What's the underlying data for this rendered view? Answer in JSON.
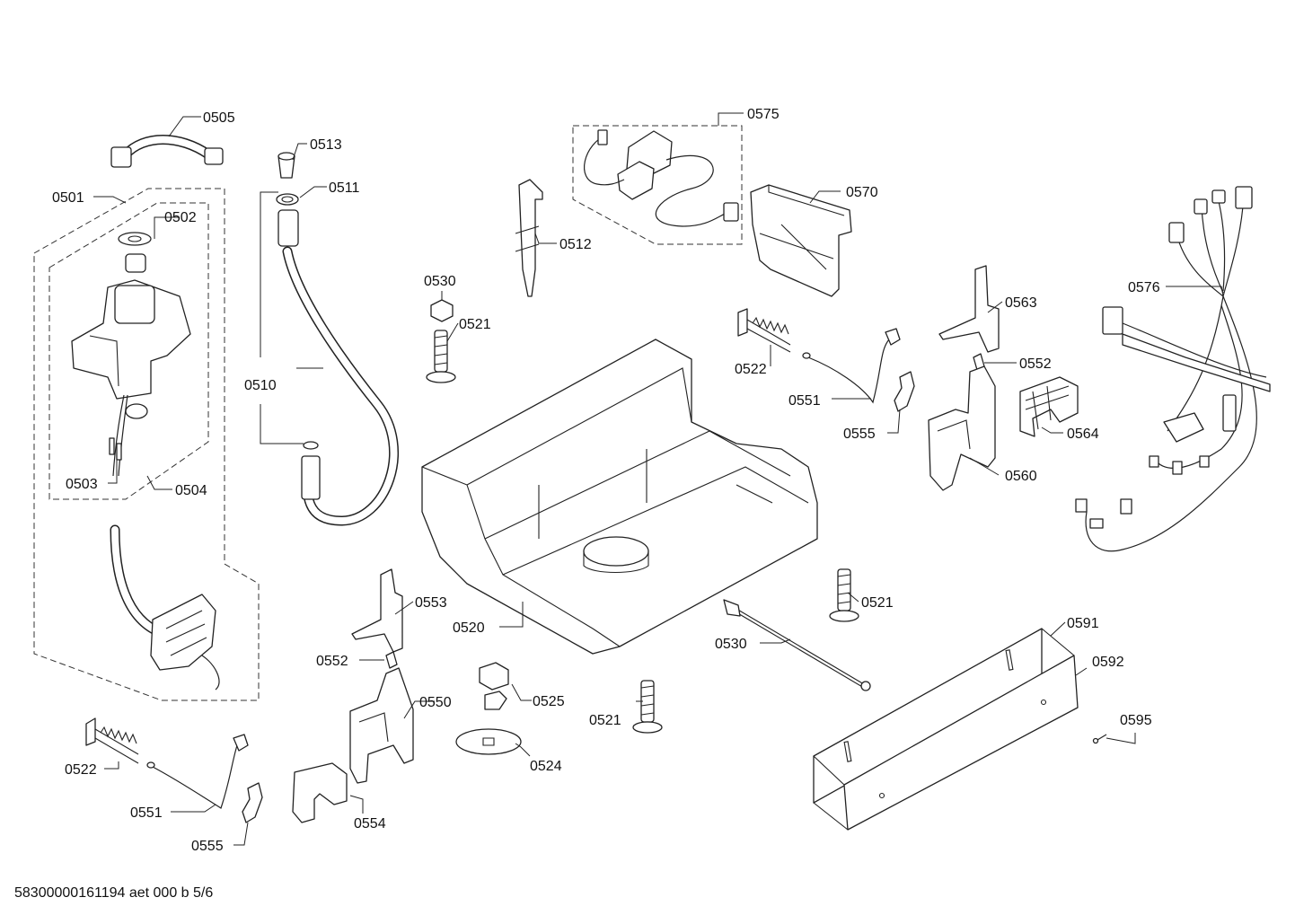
{
  "footer": "58300000161194 aet 000 b 5/6",
  "labels": [
    "0505",
    "0513",
    "0511",
    "0575",
    "0570",
    "0501",
    "0502",
    "0512",
    "0576",
    "0530",
    "0521",
    "0563",
    "0522",
    "0552",
    "0510",
    "0551",
    "0564",
    "0555",
    "0560",
    "0503",
    "0504",
    "0553",
    "0521",
    "0520",
    "0591",
    "0530",
    "0552",
    "0592",
    "0525",
    "0550",
    "0521",
    "0595",
    "0524",
    "0522",
    "0551",
    "0554",
    "0555"
  ]
}
